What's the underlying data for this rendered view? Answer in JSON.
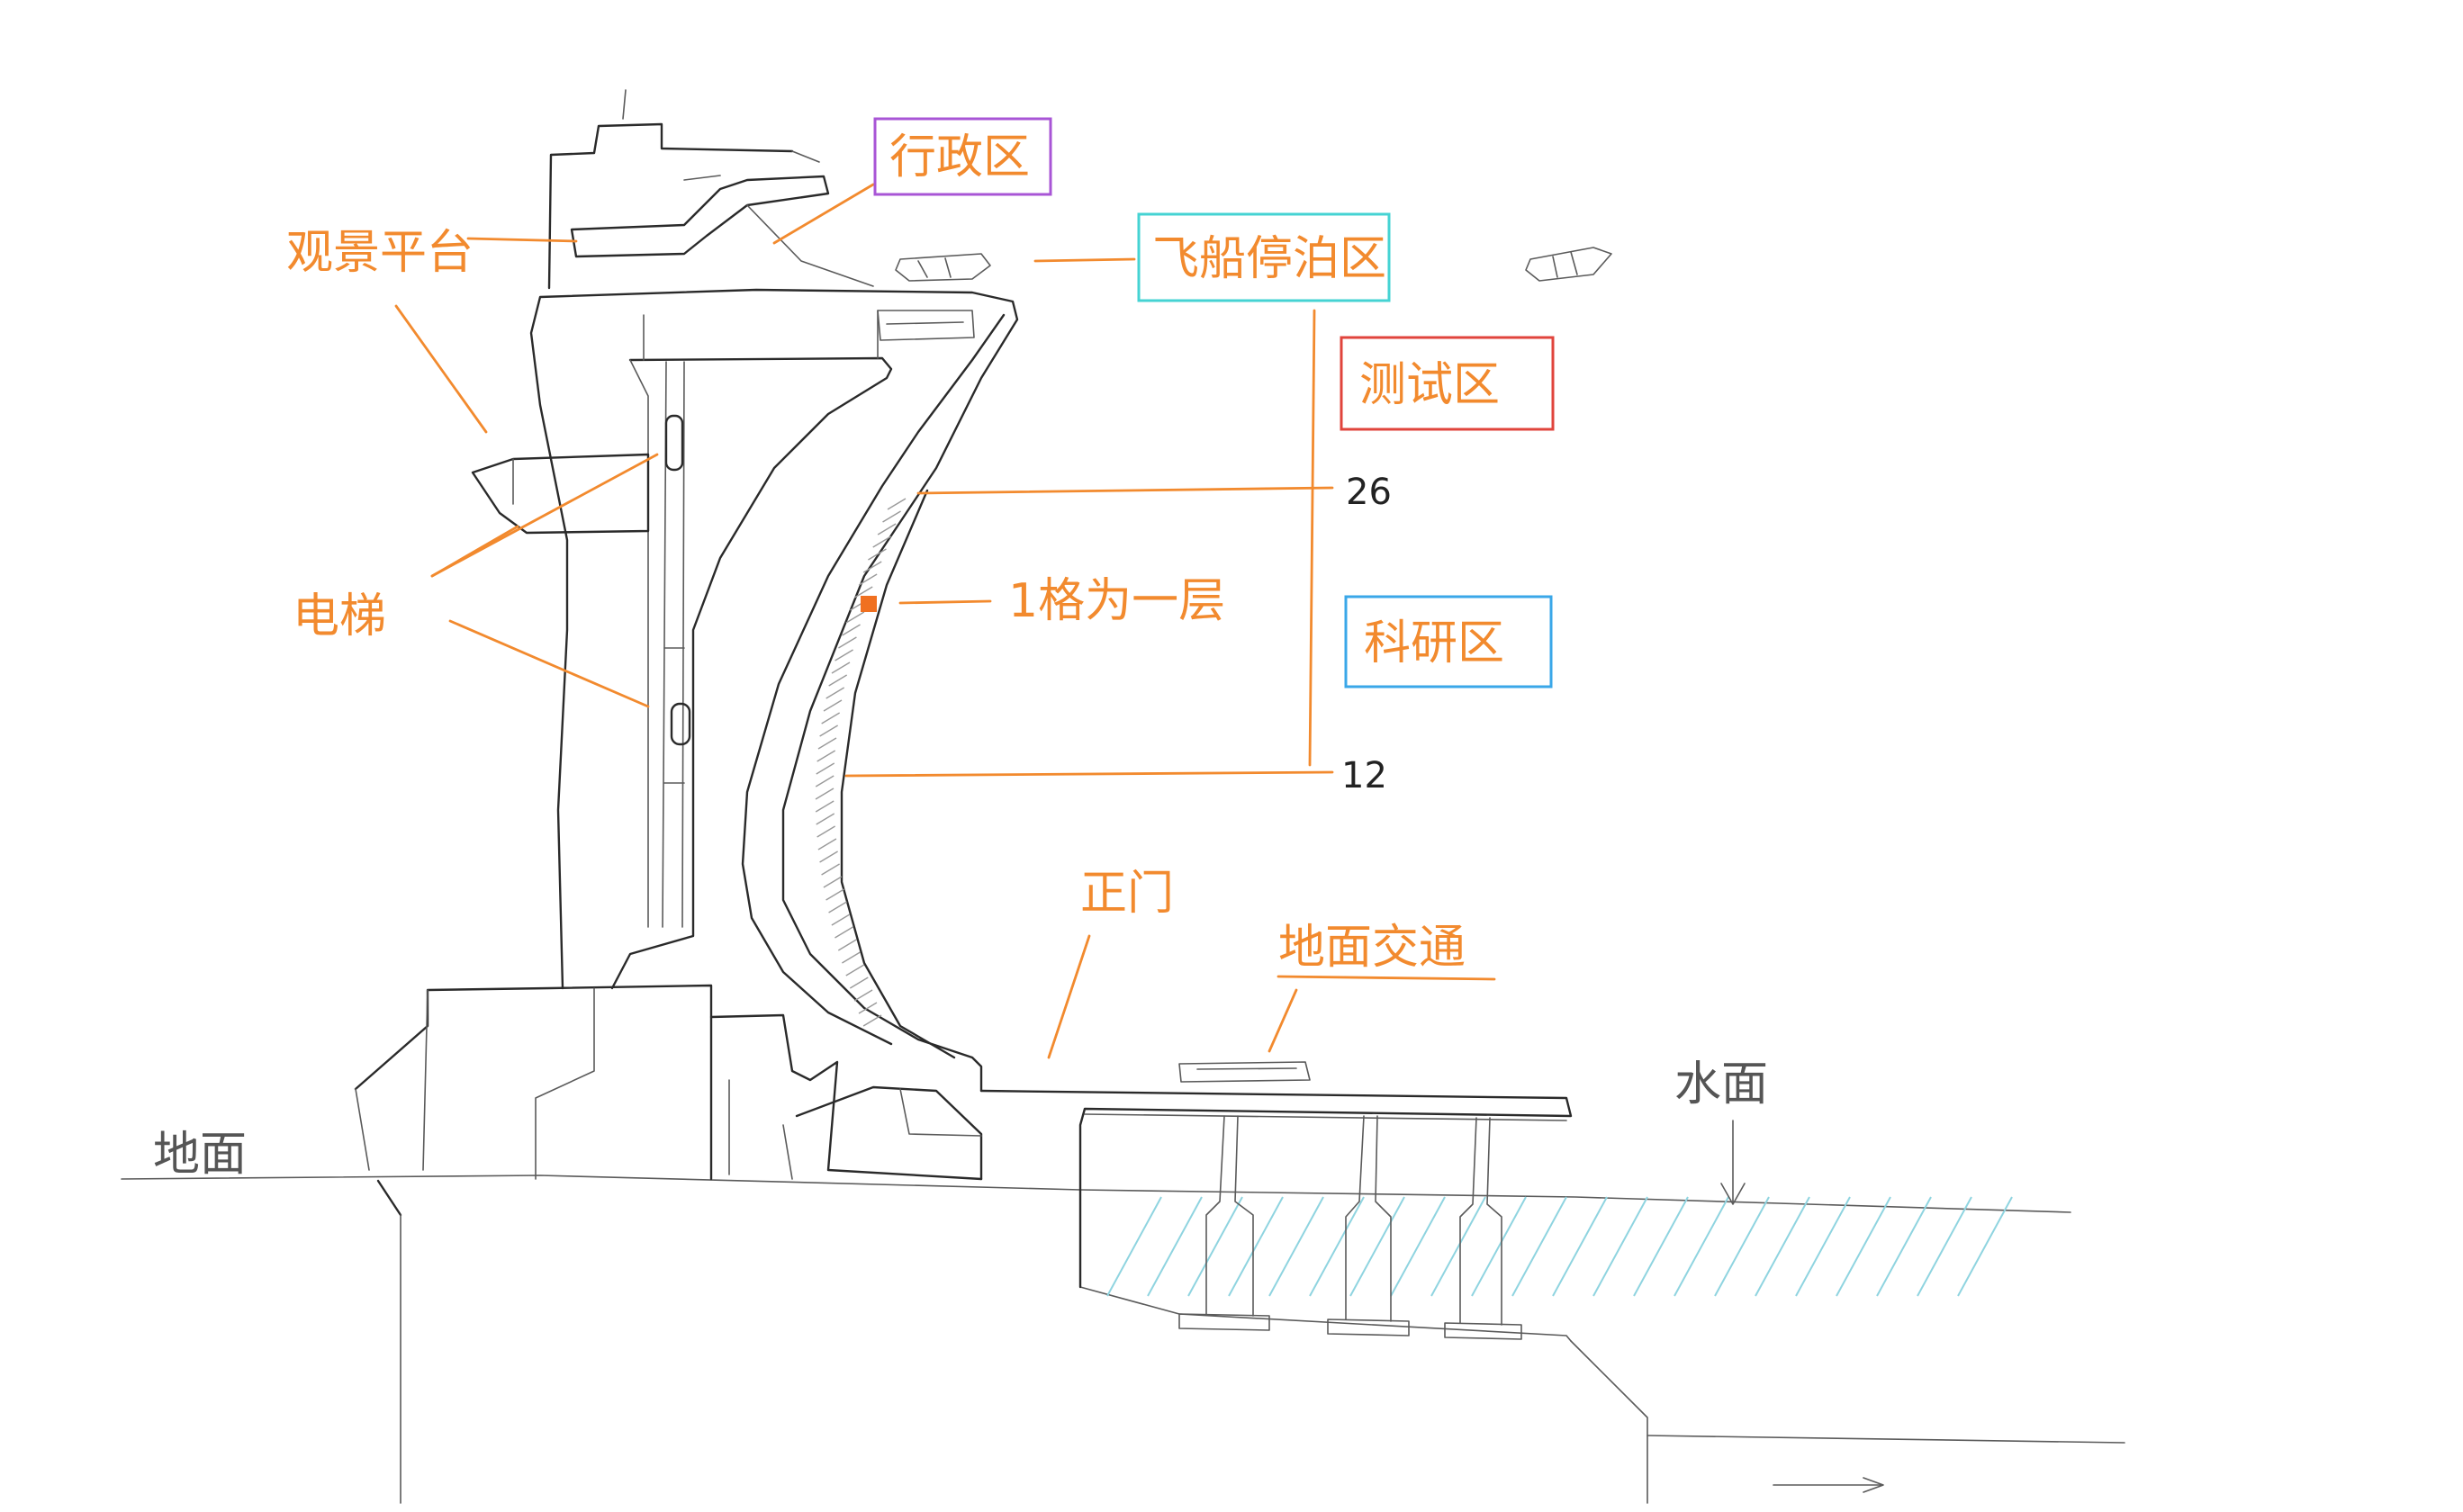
{
  "colors": {
    "ink": "#2a2a2a",
    "label": "#f28a2e",
    "box_admin": "#a855d6",
    "box_dock": "#45d3d3",
    "box_test": "#e0443c",
    "box_research": "#3aa7e8",
    "water_hatch": "#8fd4e0",
    "marker": "#f07020"
  },
  "labels": {
    "admin": "行政区",
    "dock": "飞船停泊区",
    "test": "测试区",
    "research": "科研区",
    "observation": "观景平台",
    "elevator": "电梯",
    "grid_note": "1格为一层",
    "main_gate": "正门",
    "ground_traffic": "地面交通",
    "water_surface": "水面",
    "ground": "地面"
  },
  "floors": {
    "upper": "26",
    "lower": "12"
  }
}
